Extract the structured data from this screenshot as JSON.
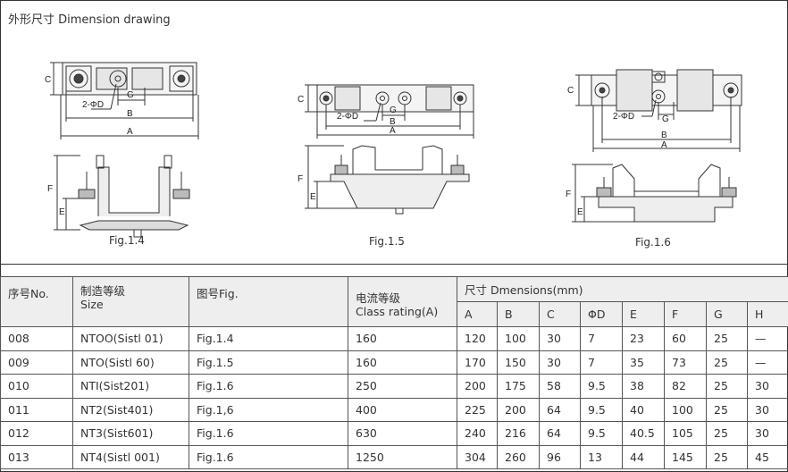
{
  "section_title": "外形尺寸 Dimension drawing",
  "figures": [
    {
      "caption": "Fig.1.4",
      "dims": {
        "c": "C",
        "g": "G",
        "b": "B",
        "a": "A",
        "d": "2-ΦD",
        "f": "F",
        "e": "E"
      }
    },
    {
      "caption": "Fig.1.5",
      "dims": {
        "c": "C",
        "g": "G",
        "b": "B",
        "a": "A",
        "d": "2-ΦD",
        "f": "F",
        "e": "E"
      }
    },
    {
      "caption": "Fig.1.6",
      "dims": {
        "c": "C",
        "g": "G",
        "b": "B",
        "a": "A",
        "d": "2-ΦD",
        "f": "F",
        "e": "E"
      }
    }
  ],
  "table": {
    "headers": {
      "no": "序号No.",
      "size_cn": "制造等级",
      "size_en": "Size",
      "fig": "图号Fig.",
      "rating_cn": "电流等级",
      "rating_en": "Class rating(A)",
      "dims": "尺寸 Dmensions(mm)",
      "sub": [
        "A",
        "B",
        "C",
        "ΦD",
        "E",
        "F",
        "G",
        "H"
      ]
    },
    "rows": [
      {
        "no": "008",
        "size": "NTOO(Sistl 01)",
        "fig": "Fig.1.4",
        "rating": "160",
        "A": "120",
        "B": "100",
        "C": "30",
        "D": "7",
        "E": "23",
        "F": "60",
        "G": "25",
        "H": "—"
      },
      {
        "no": "009",
        "size": "NTO(Sistl 60)",
        "fig": "Fig.1.5",
        "rating": "160",
        "A": "170",
        "B": "150",
        "C": "30",
        "D": "7",
        "E": "35",
        "F": "73",
        "G": "25",
        "H": "—"
      },
      {
        "no": "010",
        "size": "NTI(Sist201)",
        "fig": "Fig.1.6",
        "rating": "250",
        "A": "200",
        "B": "175",
        "C": "58",
        "D": "9.5",
        "E": "38",
        "F": "82",
        "G": "25",
        "H": "30"
      },
      {
        "no": "011",
        "size": "NT2(Sist401)",
        "fig": "Fig.1,6",
        "rating": "400",
        "A": "225",
        "B": "200",
        "C": "64",
        "D": "9.5",
        "E": "40",
        "F": "100",
        "G": "25",
        "H": "30"
      },
      {
        "no": "012",
        "size": "NT3(Sist601)",
        "fig": "Fig.1.6",
        "rating": "630",
        "A": "240",
        "B": "216",
        "C": "64",
        "D": "9.5",
        "E": "40.5",
        "F": "105",
        "G": "25",
        "H": "30"
      },
      {
        "no": "013",
        "size": "NT4(Sistl 001)",
        "fig": "Fig.1.6",
        "rating": "1250",
        "A": "304",
        "B": "260",
        "C": "96",
        "D": "13",
        "E": "44",
        "F": "145",
        "G": "25",
        "H": "45"
      }
    ]
  }
}
